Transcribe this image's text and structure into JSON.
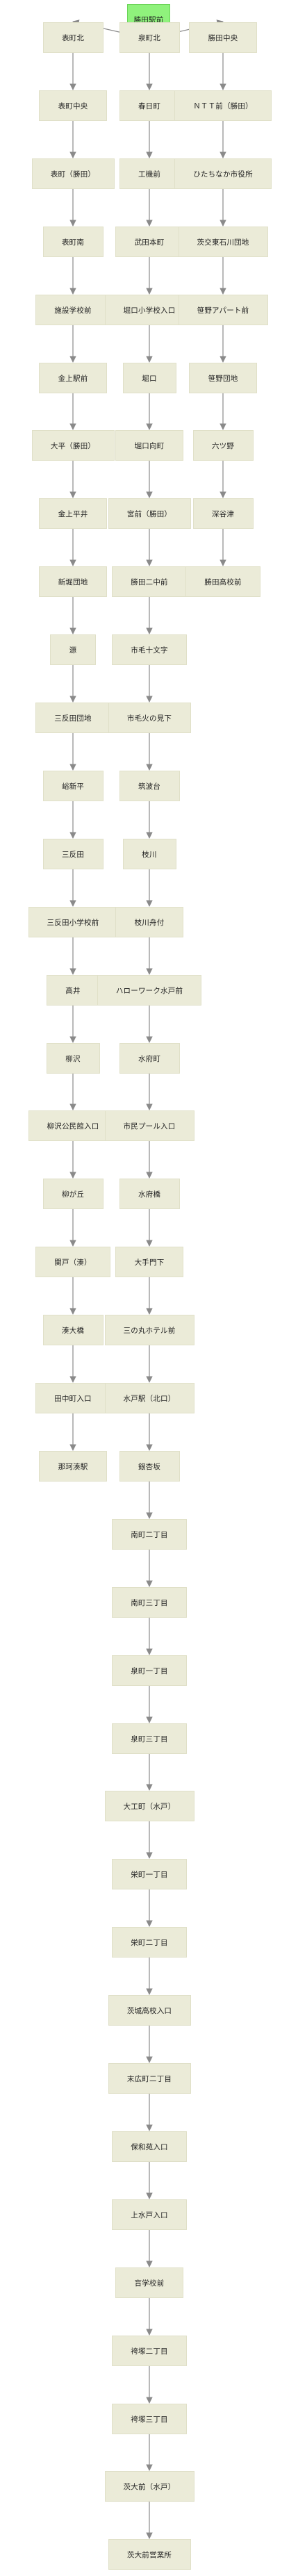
{
  "colors": {
    "node_fill": "#ebebd8",
    "root_fill": "#8ff27c",
    "edge": "#8a8a8a"
  },
  "root": {
    "label": "勝田駅前"
  },
  "branches": [
    {
      "stops": [
        {
          "label": "表町北"
        },
        {
          "label": "表町中央"
        },
        {
          "label": "表町（勝田）"
        },
        {
          "label": "表町南"
        },
        {
          "label": "施設学校前"
        },
        {
          "label": "金上駅前"
        },
        {
          "label": "大平（勝田）"
        },
        {
          "label": "金上平井"
        },
        {
          "label": "新堀団地"
        },
        {
          "label": "源"
        },
        {
          "label": "三反田団地"
        },
        {
          "label": "峪新平"
        },
        {
          "label": "三反田"
        },
        {
          "label": "三反田小学校前"
        },
        {
          "label": "高井"
        },
        {
          "label": "柳沢"
        },
        {
          "label": "柳沢公民館入口"
        },
        {
          "label": "柳が丘"
        },
        {
          "label": "関戸（湊）"
        },
        {
          "label": "湊大橋"
        },
        {
          "label": "田中町入口"
        },
        {
          "label": "那珂湊駅"
        }
      ]
    },
    {
      "stops": [
        {
          "label": "泉町北"
        },
        {
          "label": "春日町"
        },
        {
          "label": "工機前"
        },
        {
          "label": "武田本町"
        },
        {
          "label": "堀口小学校入口"
        },
        {
          "label": "堀口"
        },
        {
          "label": "堀口向町"
        },
        {
          "label": "宮前（勝田）"
        },
        {
          "label": "勝田二中前"
        },
        {
          "label": "市毛十文字"
        },
        {
          "label": "市毛火の見下"
        },
        {
          "label": "筑波台"
        },
        {
          "label": "枝川"
        },
        {
          "label": "枝川舟付"
        },
        {
          "label": "ハローワーク水戸前"
        },
        {
          "label": "水府町"
        },
        {
          "label": "市民プール入口"
        },
        {
          "label": "水府橋"
        },
        {
          "label": "大手門下"
        },
        {
          "label": "三の丸ホテル前"
        },
        {
          "label": "水戸駅（北口）"
        },
        {
          "label": "銀杏坂"
        },
        {
          "label": "南町二丁目"
        },
        {
          "label": "南町三丁目"
        },
        {
          "label": "泉町一丁目"
        },
        {
          "label": "泉町三丁目"
        },
        {
          "label": "大工町（水戸）"
        },
        {
          "label": "栄町一丁目"
        },
        {
          "label": "栄町二丁目"
        },
        {
          "label": "茨城高校入口"
        },
        {
          "label": "末広町二丁目"
        },
        {
          "label": "保和苑入口"
        },
        {
          "label": "上水戸入口"
        },
        {
          "label": "盲学校前"
        },
        {
          "label": "袴塚二丁目"
        },
        {
          "label": "袴塚三丁目"
        },
        {
          "label": "茨大前（水戸）"
        },
        {
          "label": "茨大前営業所"
        }
      ]
    },
    {
      "stops": [
        {
          "label": "勝田中央"
        },
        {
          "label": "ＮＴＴ前（勝田）"
        },
        {
          "label": "ひたちなか市役所"
        },
        {
          "label": "茨交東石川団地"
        },
        {
          "label": "笹野アパート前"
        },
        {
          "label": "笹野団地"
        },
        {
          "label": "六ツ野"
        },
        {
          "label": "深谷津"
        },
        {
          "label": "勝田高校前"
        }
      ]
    }
  ]
}
